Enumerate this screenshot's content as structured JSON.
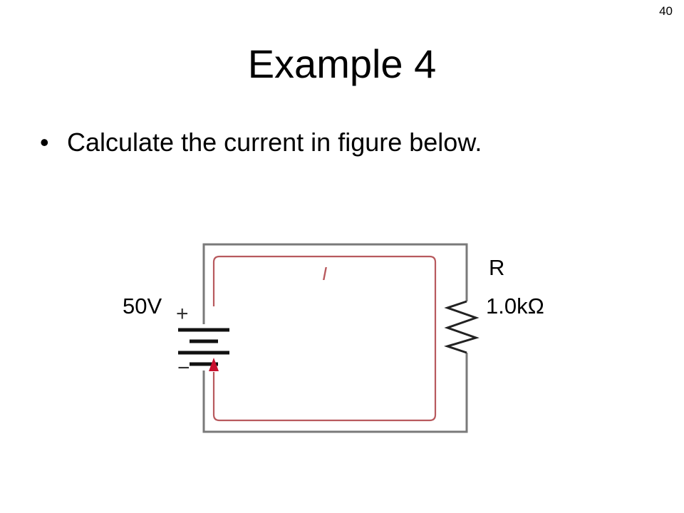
{
  "slide": {
    "number": "40",
    "title": "Example 4",
    "bullets": [
      {
        "text": "Calculate the current in figure below."
      }
    ]
  },
  "circuit": {
    "current_label": "I",
    "battery": {
      "plus_sign": "+",
      "minus_sign": "−",
      "voltage_label": "50V"
    },
    "resistor": {
      "name_label": "R",
      "value_label": "1.0kΩ"
    },
    "colors": {
      "wire": "#7a7a7a",
      "current_path": "#b85a5e",
      "arrow": "#c8102e"
    }
  }
}
